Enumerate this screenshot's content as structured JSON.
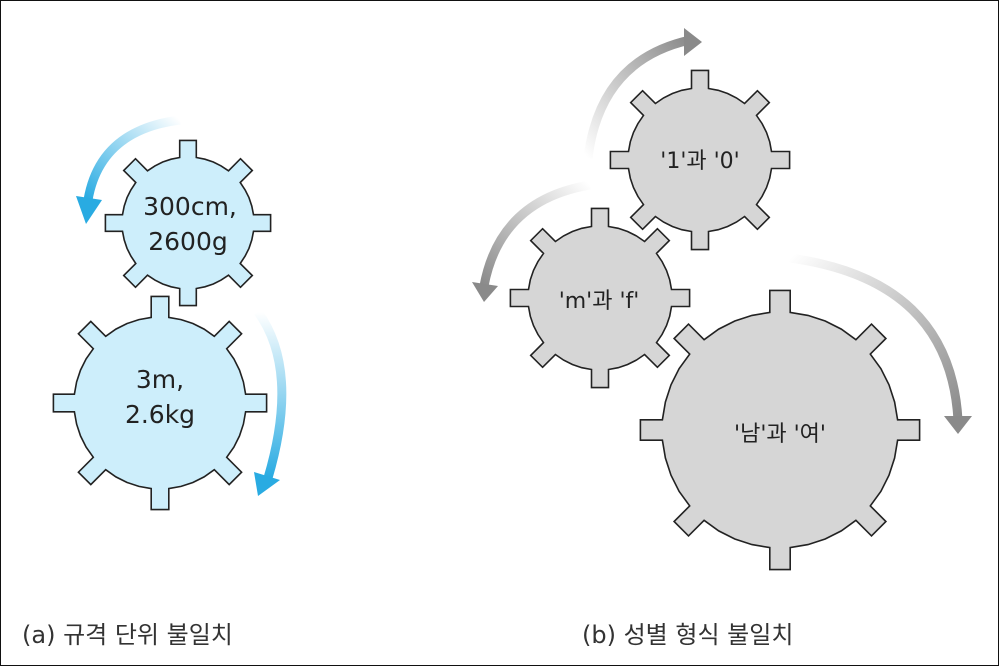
{
  "panel_a": {
    "gear_small": {
      "line1": "300cm,",
      "line2": "2600g"
    },
    "gear_large": {
      "line1": "3m,",
      "line2": "2.6kg"
    },
    "caption": "(a) 규격 단위 불일치",
    "fill_color": "#cdeefb",
    "arrow_color": "#29abe2"
  },
  "panel_b": {
    "gear_top": {
      "label": "'1'과 '0'"
    },
    "gear_middle": {
      "label": "'m'과 'f'"
    },
    "gear_large": {
      "label": "'남'과 '여'"
    },
    "caption": "(b) 성별 형식 불일치",
    "fill_color": "#d6d6d6",
    "arrow_color": "#8a8a8a"
  },
  "outline_color": "#222222"
}
